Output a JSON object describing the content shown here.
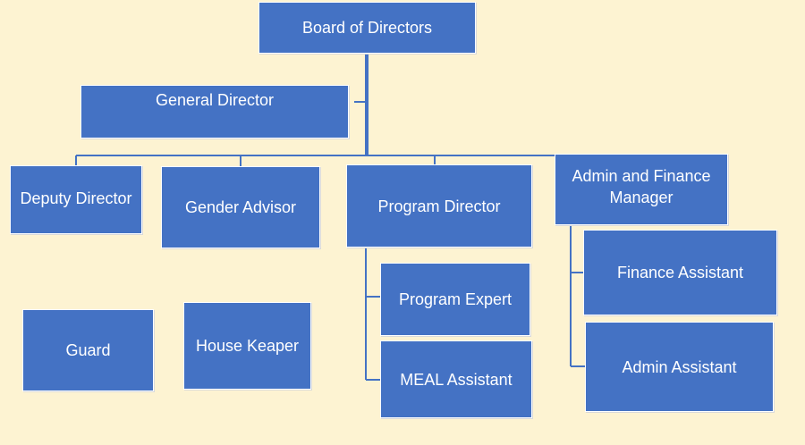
{
  "org_chart": {
    "board": "Board of Directors",
    "general_director": "General Director",
    "deputy_director": "Deputy Director",
    "gender_advisor": "Gender Advisor",
    "program_director": "Program Director",
    "admin_finance_manager": "Admin and Finance Manager",
    "program_expert": "Program Expert",
    "meal_assistant": "MEAL Assistant",
    "finance_assistant": "Finance Assistant",
    "admin_assistant": "Admin Assistant",
    "guard": "Guard",
    "house_keeper": "House Keaper"
  },
  "colors": {
    "box_fill": "#4472c4",
    "background": "#fdf3d2",
    "text": "#ffffff"
  }
}
